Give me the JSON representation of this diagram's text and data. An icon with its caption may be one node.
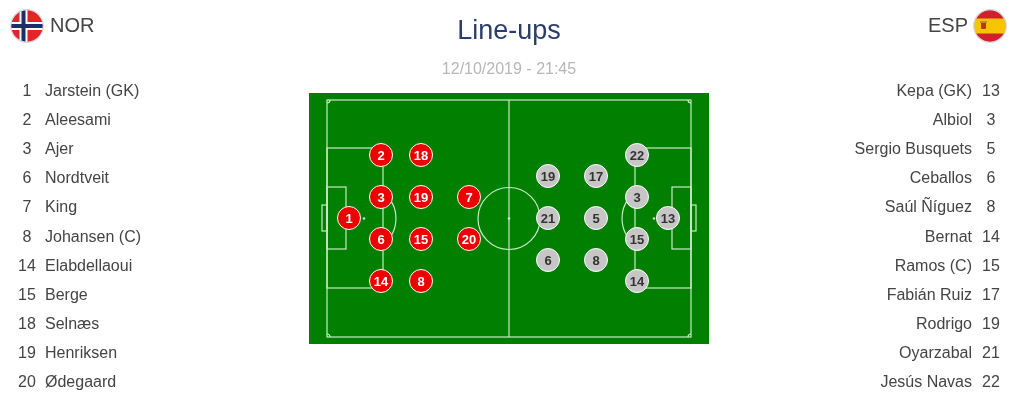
{
  "diagram": {
    "title": "Line-ups",
    "nodes": [
      {
        "text": [
          "1"
        ]
      },
      {
        "text": [
          "2"
        ]
      },
      {
        "text": [
          "3"
        ]
      },
      {
        "text": [
          "6"
        ]
      },
      {
        "text": [
          "14"
        ]
      },
      {
        "text": [
          "18"
        ]
      },
      {
        "text": [
          "19"
        ]
      },
      {
        "text": [
          "15"
        ]
      },
      {
        "text": [
          "8"
        ]
      },
      {
        "text": [
          "7"
        ]
      },
      {
        "text": [
          "20"
        ]
      },
      {
        "text": [
          "19"
        ]
      },
      {
        "text": [
          "21"
        ]
      },
      {
        "text": [
          "6"
        ]
      },
      {
        "text": [
          "17"
        ]
      },
      {
        "text": [
          "5"
        ]
      },
      {
        "text": [
          "8"
        ]
      },
      {
        "text": [
          "22"
        ]
      },
      {
        "text": [
          "3"
        ]
      },
      {
        "text": [
          "15"
        ]
      },
      {
        "text": [
          "14"
        ]
      },
      {
        "text": [
          "13"
        ]
      }
    ],
    "labels": [
      "NOR",
      "ESP",
      "12/10/2019 - 21:45",
      "1",
      "Jarstein (GK)",
      "2",
      "Aleesami",
      "3",
      "Ajer",
      "6",
      "Nordtveit",
      "7",
      "King",
      "8",
      "Johansen (C)",
      "14",
      "Elabdellaoui",
      "15",
      "Berge",
      "18",
      "Selnæs",
      "19",
      "Henriksen",
      "20",
      "Ødegaard",
      "Kepa (GK)",
      "13",
      "Albiol",
      "3",
      "Sergio Busquets",
      "5",
      "Ceballos",
      "6",
      "Saúl Ñíguez",
      "8",
      "Bernat",
      "14",
      "Ramos (C)",
      "15",
      "Fabián Ruiz",
      "17",
      "Rodrigo",
      "19",
      "Oyarzabal",
      "21",
      "Jesús Navas",
      "22"
    ]
  }
}
